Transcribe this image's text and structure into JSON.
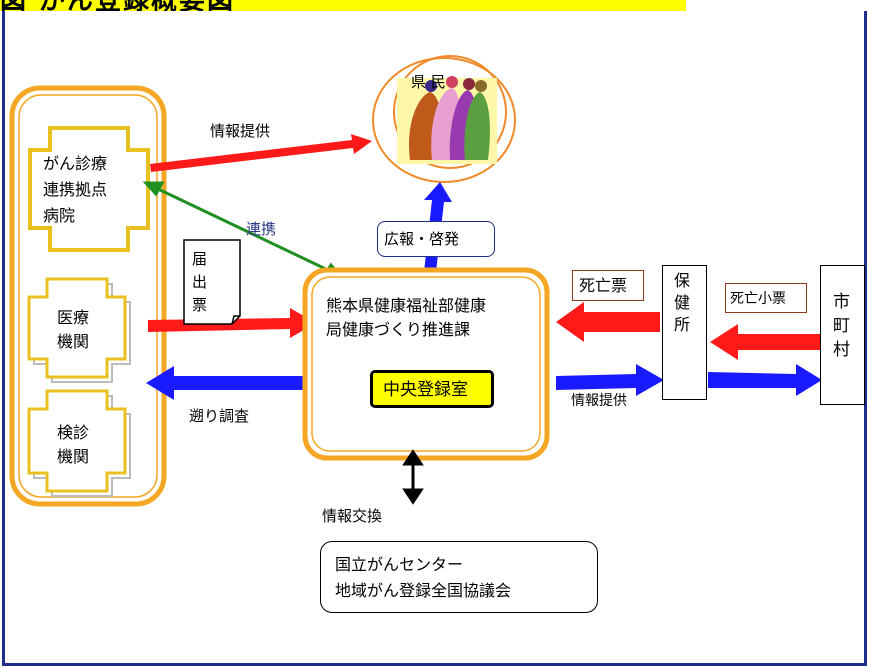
{
  "title": "図 がん登録概要図",
  "citizens": {
    "label": "県 民"
  },
  "hospitals": {
    "cancer_center": [
      "がん診療",
      "連携拠点",
      "病院"
    ],
    "medical": [
      "医療",
      "機関"
    ],
    "screening": [
      "検診",
      "機関"
    ]
  },
  "center": {
    "org_line1": "熊本県健康福祉部健康",
    "org_line2": "局健康づくり推進課",
    "registry": "中央登録室"
  },
  "notification_slip": [
    "届",
    "出",
    "票"
  ],
  "pr_box": "広報・啓発",
  "labels": {
    "info_provision_top": "情報提供",
    "renkei": "連携",
    "followup": "遡り調査",
    "info_provision_right": "情報提供",
    "info_exchange": "情報交換"
  },
  "death_ticket": "死亡票",
  "death_small_ticket": "死亡小票",
  "health_center": [
    "保",
    "健",
    "所"
  ],
  "municipality": [
    "市",
    "町",
    "村"
  ],
  "national": {
    "line1": "国立がんセンター",
    "line2": "地域がん登録全国協議会"
  },
  "colors": {
    "frame": "#1f2d8c",
    "title_bg": "#ffff00",
    "orange": "#f5a623",
    "cross_gold": "#e8c020",
    "arrow_red": "#ff1a1a",
    "arrow_blue": "#1a1aff",
    "arrow_green": "#1f8f1f",
    "registry_bg": "#ffff00",
    "brown_border": "#8b3a1a"
  }
}
